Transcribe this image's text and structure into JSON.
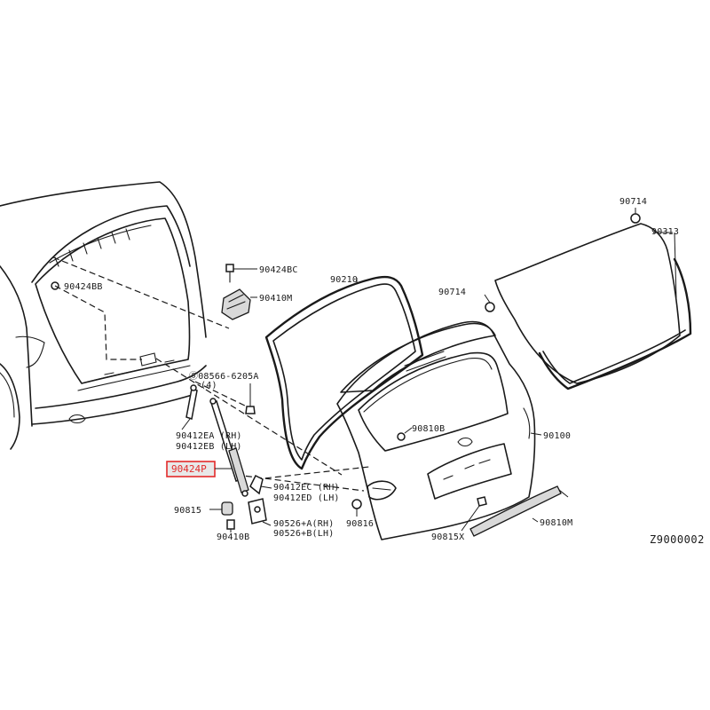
{
  "diagram_code": "Z9000002",
  "labels": {
    "p90424BB": "90424BB",
    "p90424BC": "90424BC",
    "p90410M": "90410M",
    "p90210": "90210",
    "p90714a": "90714",
    "p90714b": "90714",
    "p90313": "90313",
    "p08566_1": "Ⓢ08566-6205A",
    "p08566_2": "(4)",
    "p90412EA": "90412EA (RH)",
    "p90412EB": "90412EB (LH)",
    "p90424P": "90424P",
    "p90810B": "90810B",
    "p90100": "90100",
    "p90412EC": "90412EC (RH)",
    "p90412ED": "90412ED (LH)",
    "p90815": "90815",
    "p90410B": "90410B",
    "p90526A": "90526+A(RH)",
    "p90526B": "90526+B(LH)",
    "p90816": "90816",
    "p90815X": "90815X",
    "p90810M": "90810M"
  },
  "colors": {
    "highlight": "#e32b2b",
    "line": "#1a1a1a"
  }
}
